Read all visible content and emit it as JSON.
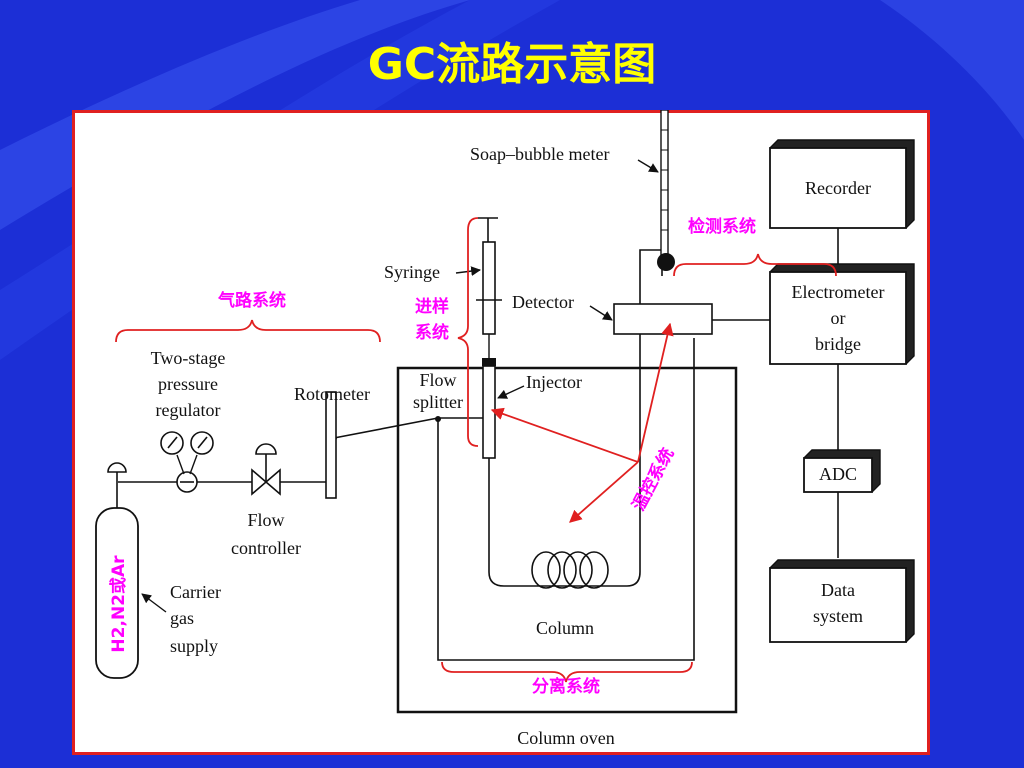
{
  "slide": {
    "title": "GC流路示意图",
    "colors": {
      "background": "#1c2fd6",
      "title": "#ffff00",
      "panel_border": "#e02020",
      "annotation": "#ff00ff",
      "arrow": "#e02020"
    }
  },
  "diagram": {
    "labels": {
      "soap_bubble_meter": "Soap–bubble meter",
      "recorder": "Recorder",
      "syringe": "Syringe",
      "detector": "Detector",
      "electrometer": "Electrometer",
      "electrometer_or": "or",
      "electrometer_bridge": "bridge",
      "two_stage_1": "Two-stage",
      "two_stage_2": "pressure",
      "two_stage_3": "regulator",
      "rotometer": "Rotometer",
      "flow_splitter_1": "Flow",
      "flow_splitter_2": "splitter",
      "injector": "Injector",
      "adc": "ADC",
      "flow_controller_1": "Flow",
      "flow_controller_2": "controller",
      "carrier_1": "Carrier",
      "carrier_2": "gas",
      "carrier_3": "supply",
      "data_system_1": "Data",
      "data_system_2": "system",
      "column": "Column",
      "column_oven": "Column oven"
    },
    "annotations": {
      "detection_system": "检测系统",
      "gas_path_system": "气路系统",
      "injection_system_1": "进样",
      "injection_system_2": "系统",
      "temperature_control_system": "温控系统",
      "separation_system": "分离系统",
      "gas_types": "H2,N2或Ar"
    }
  }
}
